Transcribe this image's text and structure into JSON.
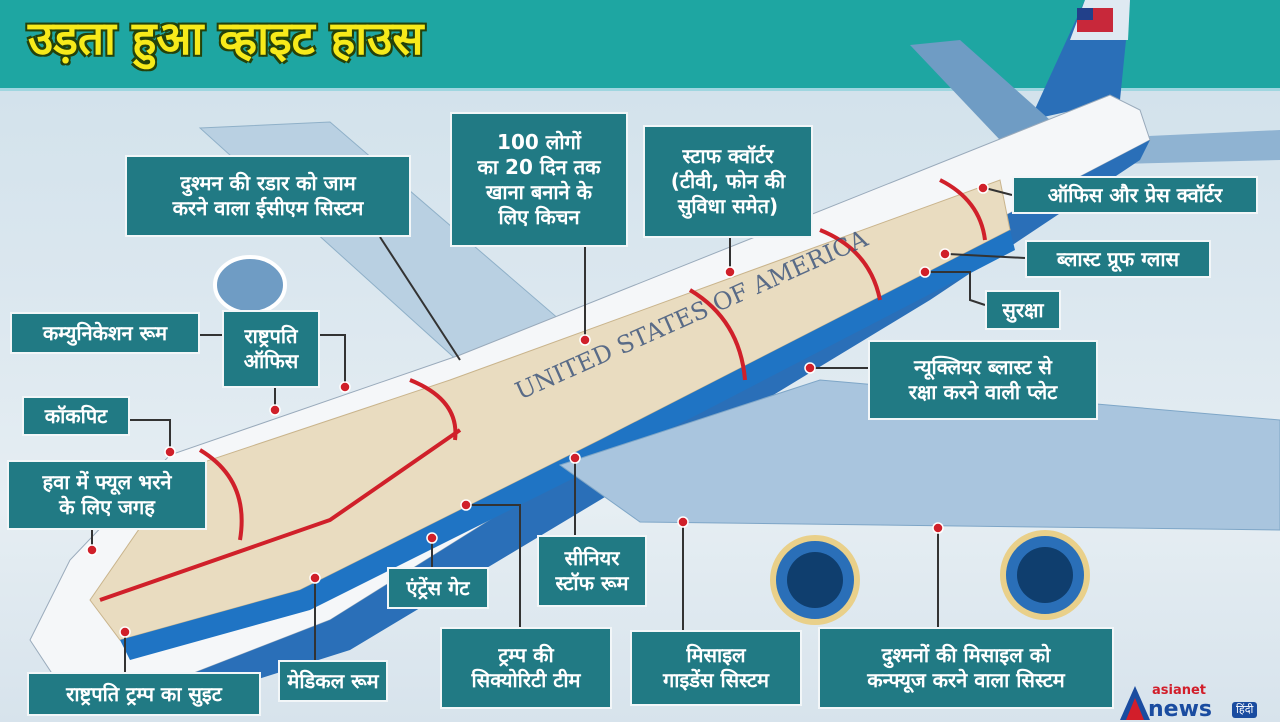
{
  "title": "उड़ता हुआ व्हाइट हाउस",
  "labels": {
    "ecm": [
      "दुश्मन की रडार को जाम",
      "करने वाला ईसीएम सिस्टम"
    ],
    "kitchen": [
      "100 लोगों",
      "का 20 दिन तक",
      "खाना बनाने के",
      "लिए किचन"
    ],
    "staff": [
      "स्टाफ क्वॉर्टर",
      "(टीवी, फोन की",
      "सुविधा समेत)"
    ],
    "office_press": [
      "ऑफिस और प्रेस क्वॉर्टर"
    ],
    "blast_glass": [
      "ब्लास्ट प्रूफ ग्लास"
    ],
    "security": [
      "सुरक्षा"
    ],
    "nuclear": [
      "न्यूक्लियर ब्लास्ट से",
      "रक्षा करने वाली प्लेट"
    ],
    "comm": [
      "कम्युनिकेशन रूम"
    ],
    "pres_office": [
      "राष्ट्रपति",
      "ऑफिस"
    ],
    "cockpit": [
      "कॉकपिट"
    ],
    "fuel": [
      "हवा में फ्यूल भरने",
      "के लिए जगह"
    ],
    "senior": [
      "सीनियर",
      "स्टॉफ रूम"
    ],
    "entrance": [
      "एंट्रेंस गेट"
    ],
    "sec_team": [
      "ट्रम्प की",
      "सिक्योरिटी टीम"
    ],
    "missile_guid": [
      "मिसाइल",
      "गाइडेंस सिस्टम"
    ],
    "missile_conf": [
      "दुश्मनों की मिसाइल को",
      "कन्फ्यूज करने वाला सिस्टम"
    ],
    "medical": [
      "मेडिकल रूम"
    ],
    "suite": [
      "राष्ट्रपति ट्रम्प का सुइट"
    ]
  },
  "fuselage_text": "UNITED STATES OF AMERICA",
  "logo": {
    "brand": "asianet",
    "news": "news",
    "lang": "हिंदी"
  },
  "colors": {
    "header": "#1ea6a2",
    "label_bg": "#217a84",
    "title": "#f7ea1a",
    "accent_red": "#d0202a",
    "plane_blue": "#2a6fb8"
  }
}
